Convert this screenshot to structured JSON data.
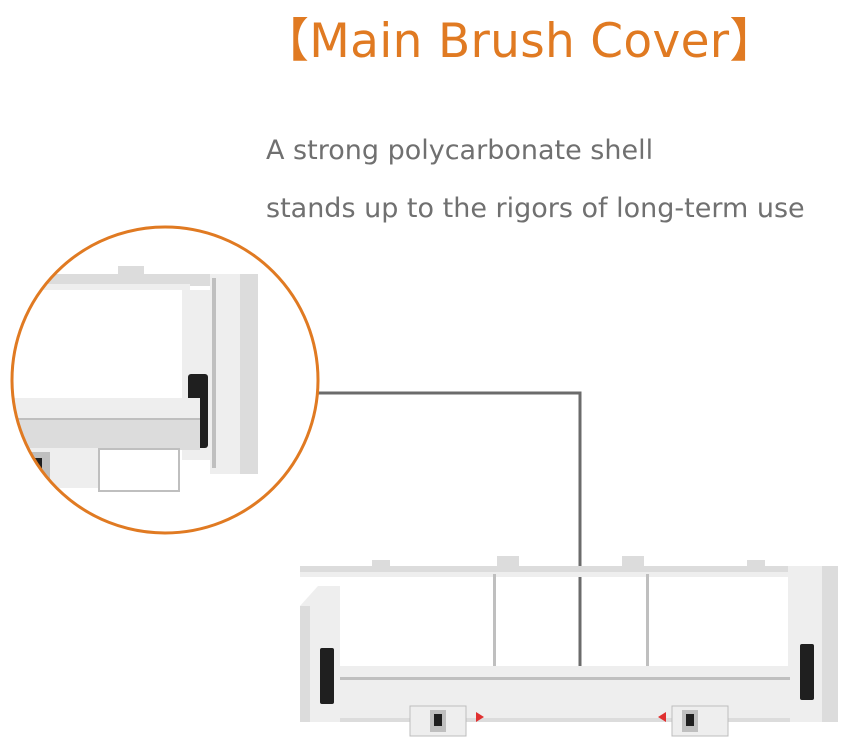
{
  "heading": {
    "text": "【Main Brush Cover】"
  },
  "description": {
    "line1": "A strong polycarbonate shell",
    "line2": "stands up to the rigors of long-term use"
  },
  "colors": {
    "accent_orange": "#e07a22",
    "body_text": "#707070",
    "callout_line": "#6b6b6b",
    "plastic_light": "#eeeeee",
    "plastic_mid": "#dcdcdc",
    "plastic_shadow": "#bfbfbf",
    "rubber_black": "#1f1f1f"
  },
  "illustration": {
    "subject": "robot-vacuum-main-brush-cover",
    "detail_view": "magnified-latch-corner"
  }
}
